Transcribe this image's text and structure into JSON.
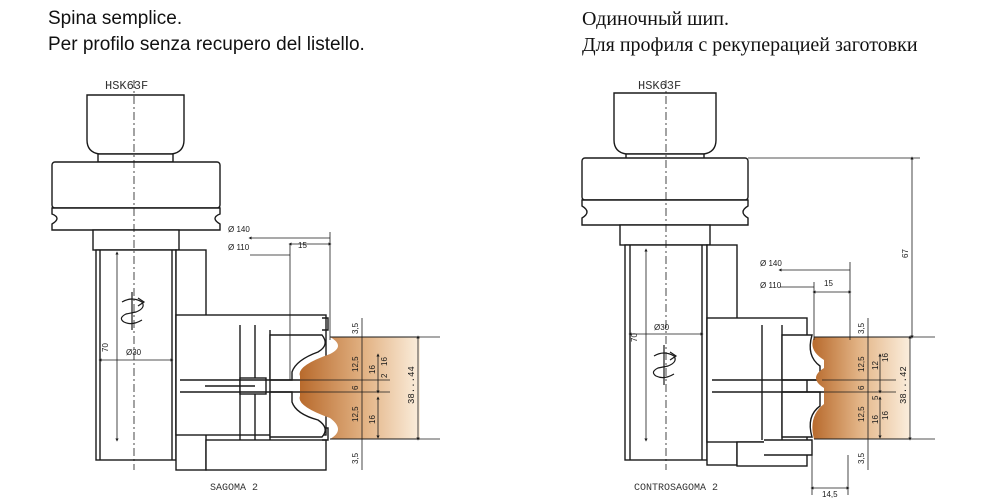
{
  "left": {
    "title_line1": "Spina semplice.",
    "title_line2": "Per profilo senza recupero del listello.",
    "holder_label": "HSK63F",
    "caption": "SAGOMA 2",
    "dims": {
      "d140": "Ø 140",
      "d110": "Ø 110",
      "d15": "15",
      "d70": "70",
      "d30": "Ø30",
      "d35a": "3,5",
      "d125a": "12,5",
      "d6": "6",
      "d125b": "12,5",
      "d16a": "16",
      "d35b": "3,5",
      "d16b": "16",
      "d16c": "16",
      "d2": "2",
      "range": "38...44"
    }
  },
  "right": {
    "title_line1": "Одиночный шип.",
    "title_line2": "Для профиля с рекуперацией заготовки",
    "holder_label": "HSK63F",
    "caption": "CONTROSAGOMA 2",
    "dims": {
      "d140": "Ø 140",
      "d110": "Ø 110",
      "d15": "15",
      "d67": "67",
      "d70": "70",
      "d30": "Ø30",
      "d35a": "3,5",
      "d125a": "12,5",
      "d6": "6",
      "d5": "5",
      "d125b": "12,5",
      "d16a": "16",
      "d35b": "3,5",
      "d12": "12",
      "d16b": "16",
      "d16c": "16",
      "d145": "14,5",
      "range": "38...42"
    }
  },
  "colors": {
    "wood_dark": "#b86a2c",
    "wood_light": "#f3dcc0",
    "line": "#1a1a1a"
  }
}
